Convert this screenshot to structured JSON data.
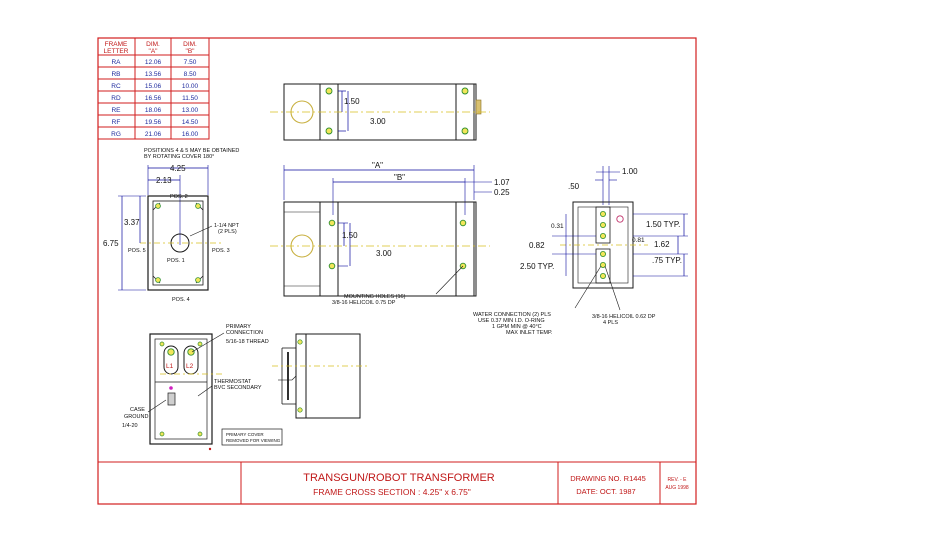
{
  "table": {
    "headers": [
      "FRAME LETTER",
      "DIM. \"A\"",
      "DIM. \"B\""
    ],
    "header_lines": [
      [
        "FRAME",
        "LETTER"
      ],
      [
        "DIM.",
        "\"A\""
      ],
      [
        "DIM.",
        "\"B\""
      ]
    ],
    "rows": [
      [
        "RA",
        "12.06",
        "7.50"
      ],
      [
        "RB",
        "13.56",
        "8.50"
      ],
      [
        "RC",
        "15.06",
        "10.00"
      ],
      [
        "RD",
        "16.56",
        "11.50"
      ],
      [
        "RE",
        "18.06",
        "13.00"
      ],
      [
        "RF",
        "19.56",
        "14.50"
      ],
      [
        "RG",
        "21.06",
        "16.00"
      ]
    ]
  },
  "title_block": {
    "title": "TRANSGUN/ROBOT  TRANSFORMER",
    "subtitle": "FRAME CROSS SECTION : 4.25\" x 6.75\"",
    "drawing_no": "DRAWING NO. R1445",
    "date": "DATE: OCT. 1987",
    "rev": "REV. - E",
    "rev_date": "AUG 1998"
  },
  "notes": {
    "positions_1": "POSITIONS 4 & 5 MAY BE OBTAINED",
    "positions_2": "BY ROTATING COVER 180°",
    "npt_1": "1-1/4 NPT",
    "npt_2": "(2 PLS)",
    "pos1": "POS. 1",
    "pos2": "POS. 2",
    "pos3": "POS. 3",
    "pos4": "POS. 4",
    "pos5": "POS. 5",
    "mounting_1": "MOUNTING HOLES (16)",
    "mounting_2": "3/8-16 HELICOIL 0.75 DP",
    "water_1": "WATER CONNECTION (2) PLS",
    "water_2": "USE 0.37 MIN I.D. O-RING",
    "water_3": "1 GPM MIN @ 40°C",
    "water_4": "MAX INLET TEMP.",
    "helicoil_1": "3/8-16 HELICOIL 0.62 DP",
    "helicoil_2": "4 PLS",
    "primary_1": "PRIMARY",
    "primary_2": "CONNECTION",
    "primary_3": "5/16-18 THREAD",
    "thermostat_1": "THERMOSTAT",
    "thermostat_2": "BVC SECONDARY",
    "case_1": "CASE",
    "case_2": "GROUND",
    "case_3": "1/4-20",
    "cover_1": "PRIMARY COVER",
    "cover_2": "REMOVED FOR VIEWING",
    "l1": "L1",
    "l2": "L2"
  },
  "dims": {
    "top_150": "1.50",
    "top_300": "3.00",
    "w_425": "4.25",
    "w_213": "2.13",
    "h_337": "3.37",
    "h_675": "6.75",
    "a": "\"A\"",
    "b": "\"B\"",
    "d_107": "1.07",
    "d_025": "0.25",
    "side_150": "1.50",
    "side_300": "3.00",
    "end_050": ".50",
    "end_100": "1.00",
    "end_031": "0.31",
    "end_082": "0.82",
    "end_081": "0.81",
    "end_150": "1.50 TYP.",
    "end_162": "1.62",
    "end_075": ".75 TYP.",
    "end_250": "2.50 TYP."
  }
}
